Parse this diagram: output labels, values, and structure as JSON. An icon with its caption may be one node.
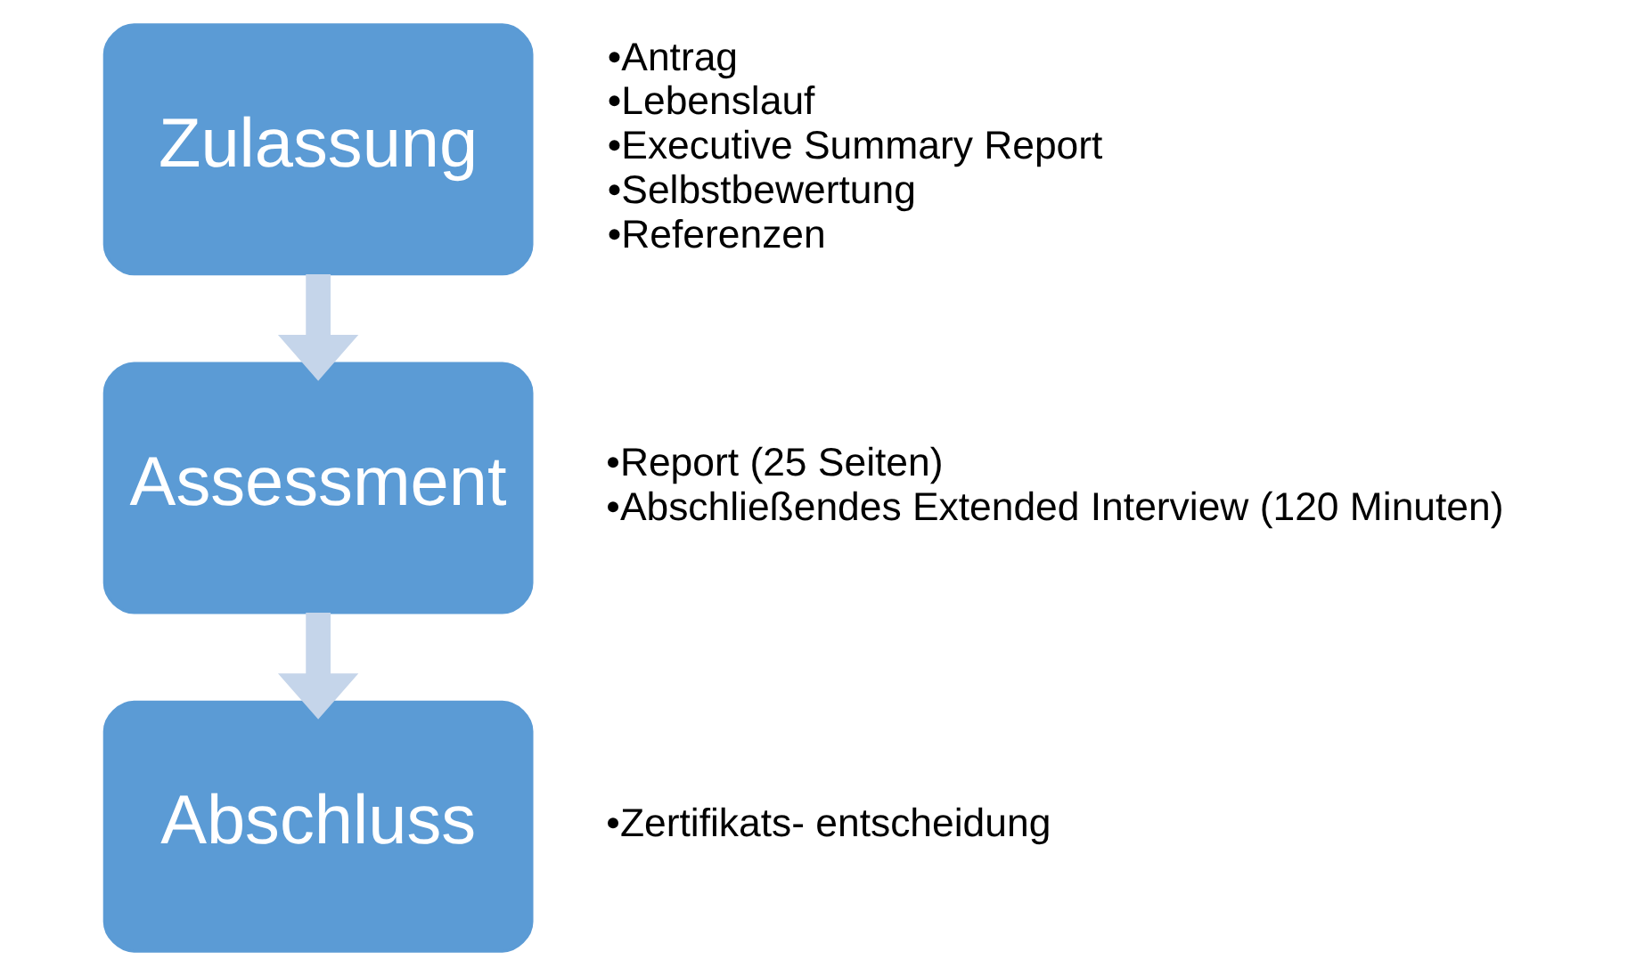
{
  "diagram": {
    "nodes": [
      {
        "text": [
          "Zulassung"
        ],
        "beside": [
          "•Antrag",
          "•Lebenslauf",
          "•Executive Summary Report",
          "•Selbstbewertung",
          "•Referenzen"
        ]
      },
      {
        "text": [
          "Assessment"
        ],
        "beside": [
          "•Report (25 Seiten)",
          "•Abschließendes Extended Interview (120 Minuten)"
        ]
      },
      {
        "text": [
          "Abschluss"
        ],
        "beside": [
          "•Zertifikats- entscheidung"
        ]
      }
    ],
    "edges": [
      {
        "from": 0,
        "to": 1,
        "arrow": "to"
      },
      {
        "from": 1,
        "to": 2,
        "arrow": "to"
      }
    ]
  }
}
